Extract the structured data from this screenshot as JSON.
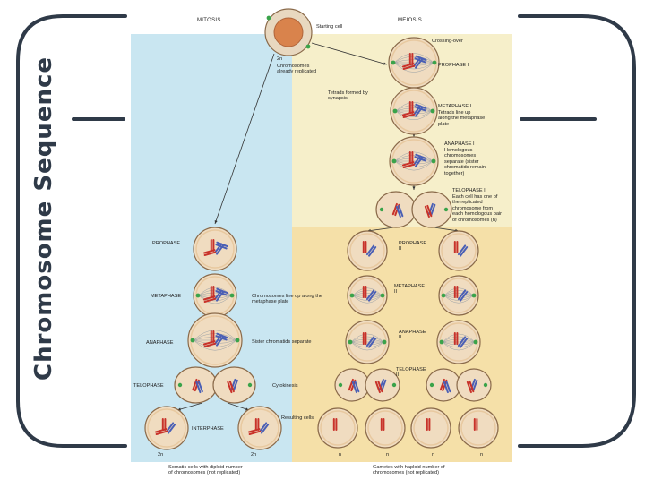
{
  "slide": {
    "title": "Chromosome Sequence",
    "frame_color": "#2f3a48"
  },
  "figure": {
    "mitosis_header": "MITOSIS",
    "meiosis_header": "MEIOSIS",
    "starting_cell": "Starting cell",
    "ploidy_2n": "2n",
    "ploidy_n": "n",
    "replicated_note": "Chromosomes\nalready replicated",
    "crossing_over": "Crossing-over",
    "tetrads_note": "Tetrads formed by\nsynapsis",
    "meiosis1": [
      {
        "name": "PROPHASE I",
        "desc": ""
      },
      {
        "name": "METAPHASE I",
        "desc": "Tetrads line up\nalong the metaphase\nplate"
      },
      {
        "name": "ANAPHASE I",
        "desc": "Homologous\nchromosomes\nseparate (sister\nchromatids remain\ntogether)"
      },
      {
        "name": "TELOPHASE I",
        "desc": "Each cell has one of\nthe replicated\nchromosome from\neach homologous pair\nof chromosomes (n)"
      }
    ],
    "meiosis2": [
      "PROPHASE\nII",
      "METAPHASE\nII",
      "ANAPHASE\nII",
      "TELOPHASE\nII"
    ],
    "mitosis": [
      "PROPHASE",
      "METAPHASE",
      "ANAPHASE",
      "TELOPHASE",
      "INTERPHASE"
    ],
    "mid_notes": {
      "metaphase": "Chromosomes line up along the\nmetaphase plate",
      "anaphase": "Sister chromatids separate",
      "cytokinesis": "Cytokinesis",
      "result": "Resulting cells"
    },
    "mitosis_caption": "Somatic cells with diploid number\nof chromosomes (not replicated)",
    "meiosis_caption": "Gametes with haploid number of\nchromosomes (not replicated)",
    "colors": {
      "mitosis_bg": "#c9e6f1",
      "meiosis1_bg": "#f6efca",
      "meiosis2_bg": "#f5e0a8",
      "cell_fill": "#f0dcc0",
      "chromosome_red": "#c8322a",
      "chromosome_blue": "#4a5fb5",
      "centrosome": "#3aa34a"
    }
  }
}
